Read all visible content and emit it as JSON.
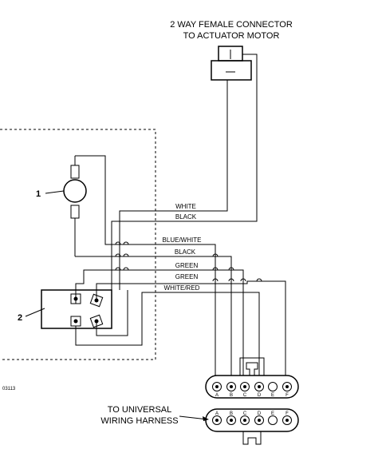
{
  "actuator_connector": {
    "title_line1": "2 WAY FEMALE CONNECTOR",
    "title_line2": "TO ACTUATOR MOTOR"
  },
  "callouts": {
    "one": "1",
    "two": "2"
  },
  "wires": [
    {
      "label": "WHITE"
    },
    {
      "label": "BLACK"
    },
    {
      "label": "BLUE/WHITE"
    },
    {
      "label": "BLACK"
    },
    {
      "label": "GREEN"
    },
    {
      "label": "GREEN"
    },
    {
      "label": "WHITE/RED"
    }
  ],
  "figure_number": "03113",
  "harness": {
    "label_line1": "TO UNIVERSAL",
    "label_line2": "WIRING HARNESS"
  },
  "connector_pins": [
    "A",
    "B",
    "C",
    "D",
    "E",
    "F"
  ]
}
